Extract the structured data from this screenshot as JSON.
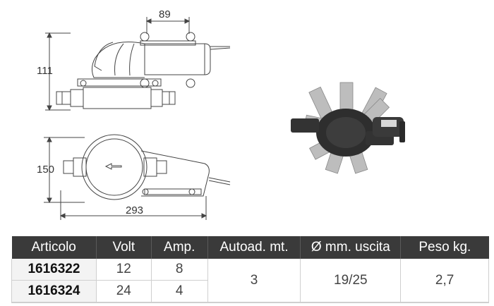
{
  "dimensions": {
    "width_top": "89",
    "height_side": "111",
    "height_plan": "150",
    "length_plan": "293"
  },
  "table": {
    "headers": [
      "Articolo",
      "Volt",
      "Amp.",
      "Autoad. mt.",
      "Ø mm. uscita",
      "Peso kg."
    ],
    "rows": [
      {
        "articolo": "1616322",
        "volt": "12",
        "amp": "8"
      },
      {
        "articolo": "1616324",
        "volt": "24",
        "amp": "4"
      }
    ],
    "shared": {
      "autoad": "3",
      "uscita": "19/25",
      "peso": "2,7"
    }
  }
}
